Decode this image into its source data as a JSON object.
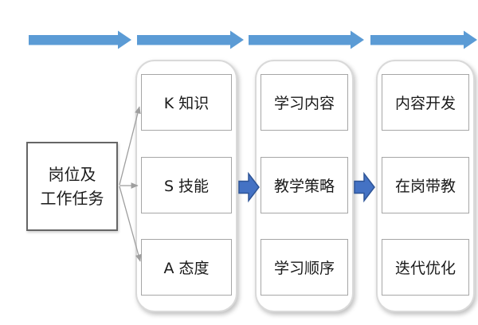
{
  "source_box": {
    "lines": [
      "岗位及",
      "工作任务"
    ]
  },
  "columns": [
    {
      "name": "ksa",
      "items": [
        "K 知识",
        "S 技能",
        "A 态度"
      ]
    },
    {
      "name": "design",
      "items": [
        "学习内容",
        "教学策略",
        "学习顺序"
      ]
    },
    {
      "name": "delivery",
      "items": [
        "内容开发",
        "在岗带教",
        "迭代优化"
      ]
    }
  ],
  "colors": {
    "top_arrow": "#5B9BD5",
    "block_arrow_fill": "#4472C4",
    "block_arrow_stroke": "#2E5597",
    "connector": "#9E9E9E",
    "panel_border": "#D9D9D9",
    "box_border": "#A6A6A6",
    "source_border": "#666666",
    "text": "#1A1A1A",
    "background": "#FFFFFF"
  }
}
